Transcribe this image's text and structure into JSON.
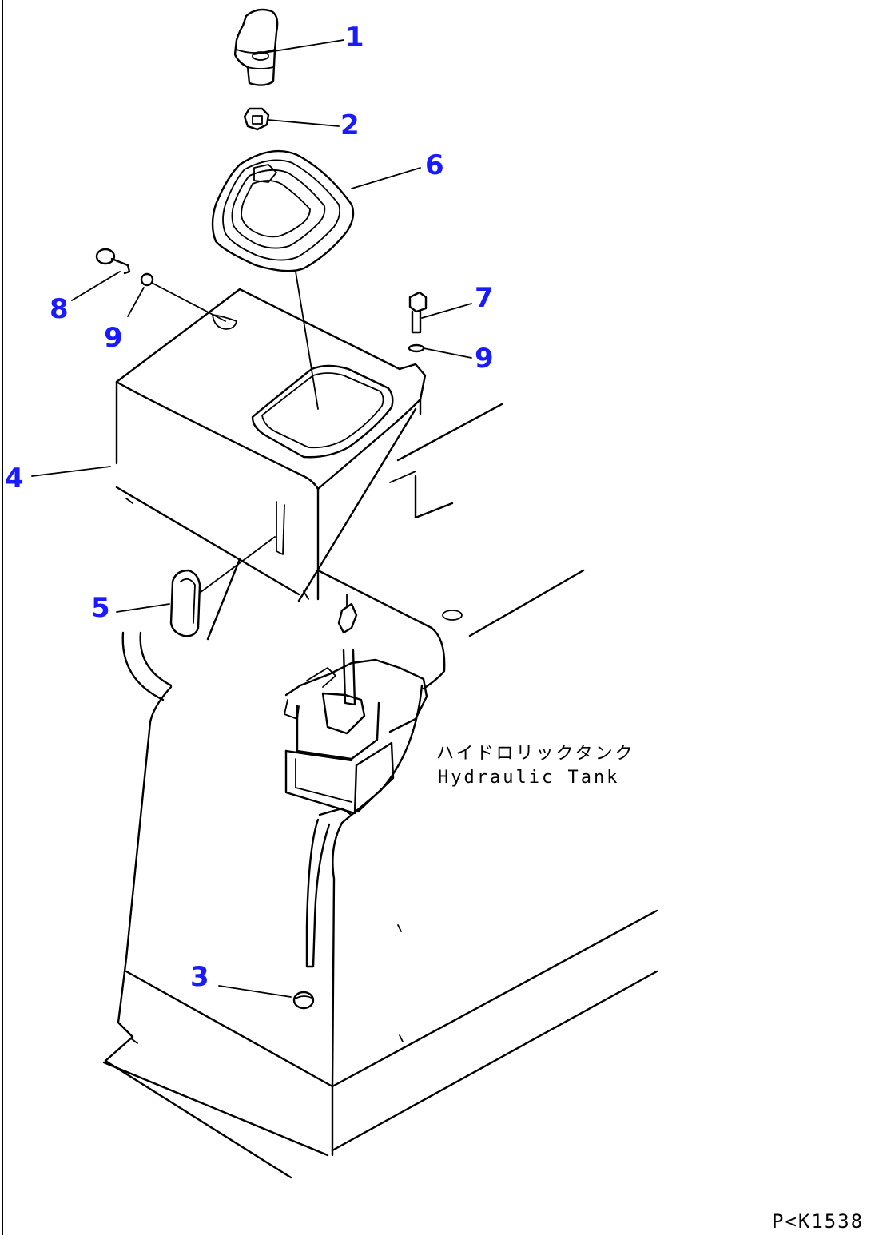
{
  "callouts": [
    {
      "id": "1",
      "label": "1"
    },
    {
      "id": "2",
      "label": "2"
    },
    {
      "id": "6",
      "label": "6"
    },
    {
      "id": "7",
      "label": "7"
    },
    {
      "id": "8",
      "label": "8"
    },
    {
      "id": "9a",
      "label": "9"
    },
    {
      "id": "9b",
      "label": "9"
    },
    {
      "id": "4",
      "label": "4"
    },
    {
      "id": "5",
      "label": "5"
    },
    {
      "id": "3",
      "label": "3"
    }
  ],
  "caption": {
    "japanese": "ハイドロリックタンク",
    "english": "Hydraulic Tank"
  },
  "drawing_code": "P<K1538",
  "colors": {
    "callout": "#1a1aff",
    "line": "#000000",
    "background": "#ffffff"
  }
}
